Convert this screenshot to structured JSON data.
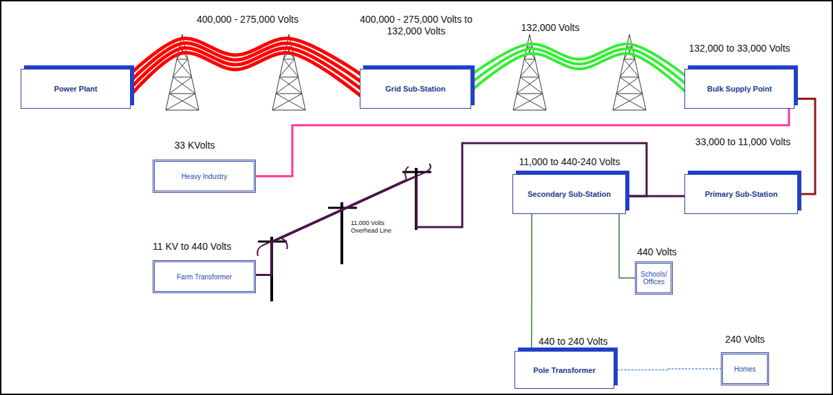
{
  "diagram": {
    "nodes": [
      {
        "text": [
          "Power Plant"
        ]
      },
      {
        "text": [
          "Grid Sub-Station"
        ]
      },
      {
        "text": [
          "Bulk Supply Point"
        ]
      },
      {
        "text": [
          "Heavy Industry"
        ]
      },
      {
        "text": [
          "Secondary Sub-Station"
        ]
      },
      {
        "text": [
          "Primary Sub-Station"
        ]
      },
      {
        "text": [
          "Farm Transformer"
        ]
      },
      {
        "text": [
          "Schools/ Offices"
        ]
      },
      {
        "text": [
          "Pole Transformer"
        ]
      },
      {
        "text": [
          "Homes"
        ]
      }
    ],
    "edges": [
      {
        "from": 0,
        "to": 1,
        "arrow": "none",
        "label": "400,000 - 275,000 Volts"
      },
      {
        "from": 1,
        "to": 2,
        "arrow": "none",
        "label": "132,000 Volts"
      },
      {
        "from": 2,
        "to": 3,
        "arrow": "none"
      },
      {
        "from": 2,
        "to": 5,
        "arrow": "none"
      },
      {
        "from": 5,
        "to": 4,
        "arrow": "none"
      },
      {
        "from": 4,
        "to": 6,
        "arrow": "none",
        "label": "11,000 Volts Overhead Line"
      },
      {
        "from": 4,
        "to": 7,
        "arrow": "none"
      },
      {
        "from": 4,
        "to": 8,
        "arrow": "none"
      },
      {
        "from": 8,
        "to": 9,
        "arrow": "none"
      }
    ],
    "labels": [
      "400,000 - 275,000 Volts to 132,000 Volts",
      "132,000 to 33,000 Volts",
      "33 KVolts",
      "33,000 to 11,000 Volts",
      "11,000 to 440-240 Volts",
      "11 KV to 440 Volts",
      "440 Volts",
      "440 to 240 Volts",
      "240 Volts"
    ]
  }
}
